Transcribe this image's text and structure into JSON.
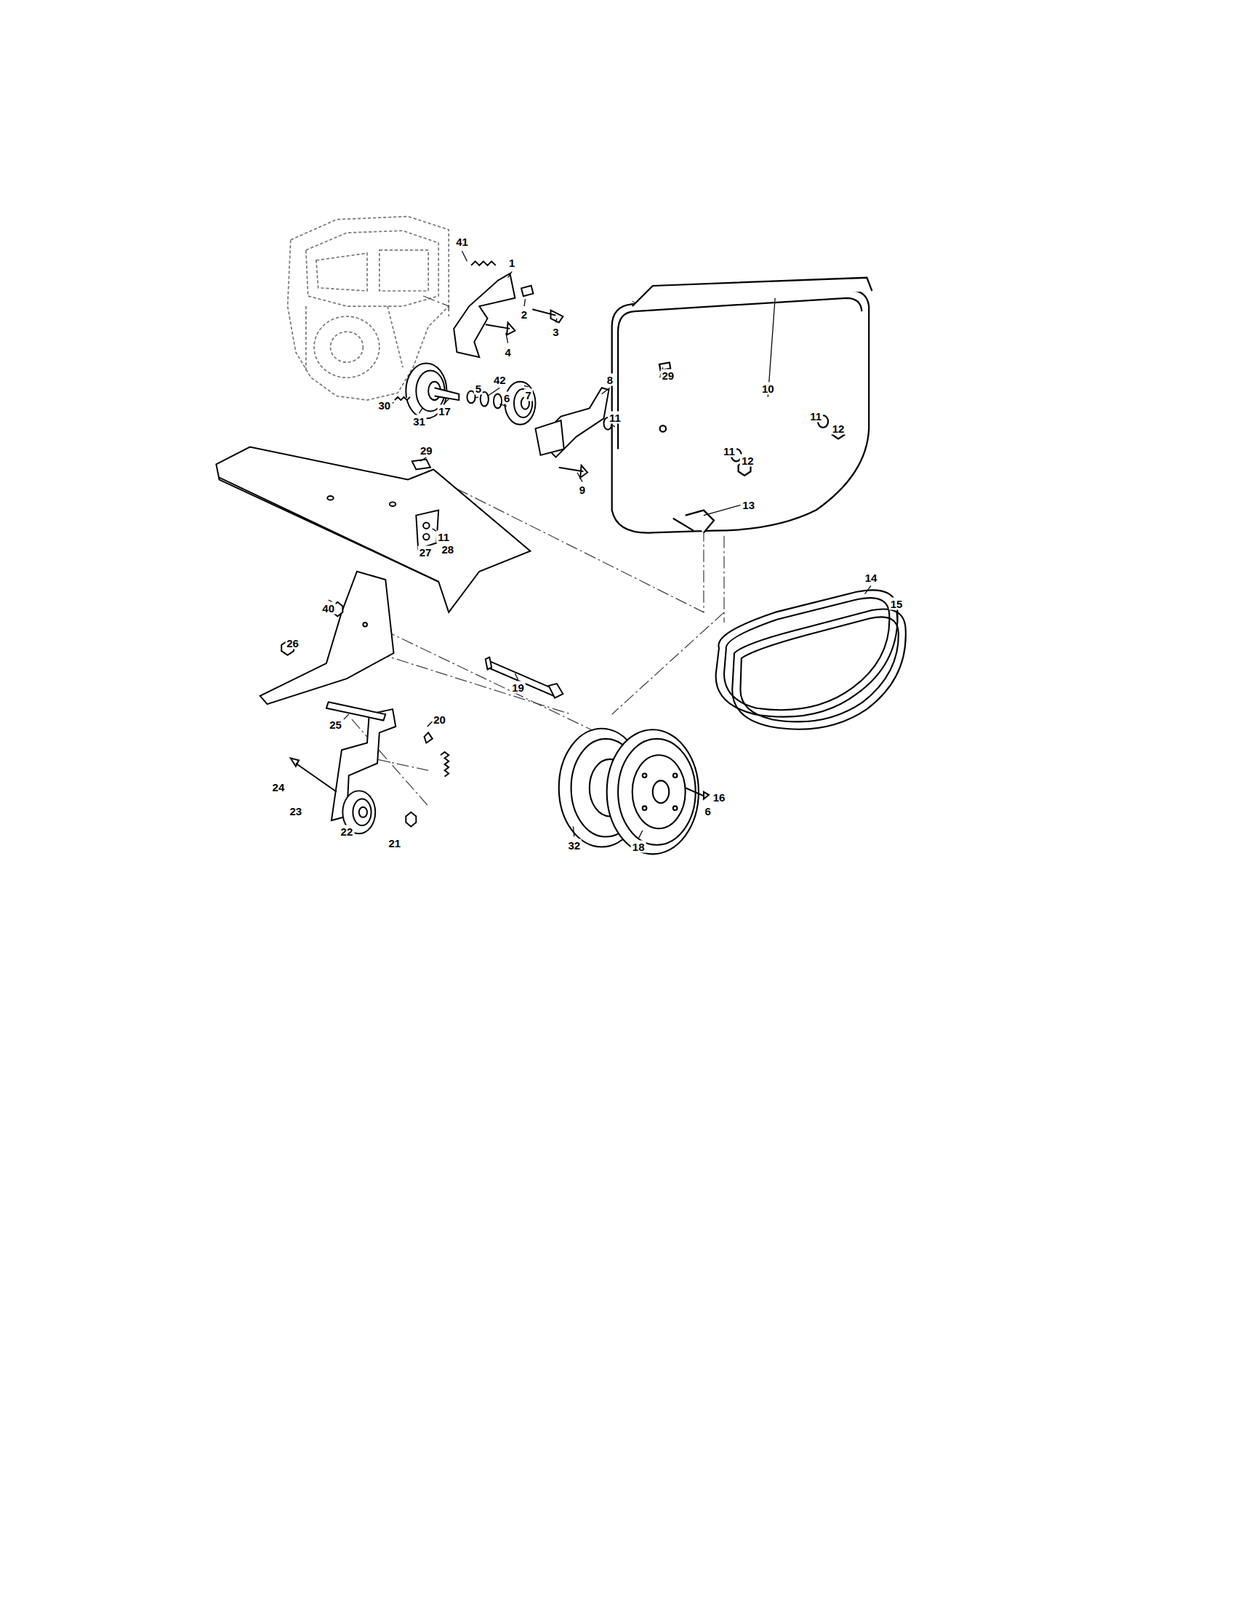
{
  "diagram": {
    "labels": [
      "41",
      "1",
      "2",
      "3",
      "4",
      "29",
      "10",
      "8",
      "42",
      "5",
      "7",
      "6",
      "11",
      "11",
      "12",
      "30",
      "17",
      "31",
      "11",
      "12",
      "29",
      "9",
      "13",
      "11",
      "28",
      "27",
      "14",
      "15",
      "40",
      "26",
      "19",
      "20",
      "25",
      "24",
      "16",
      "6",
      "23",
      "22",
      "21",
      "32",
      "18"
    ]
  }
}
